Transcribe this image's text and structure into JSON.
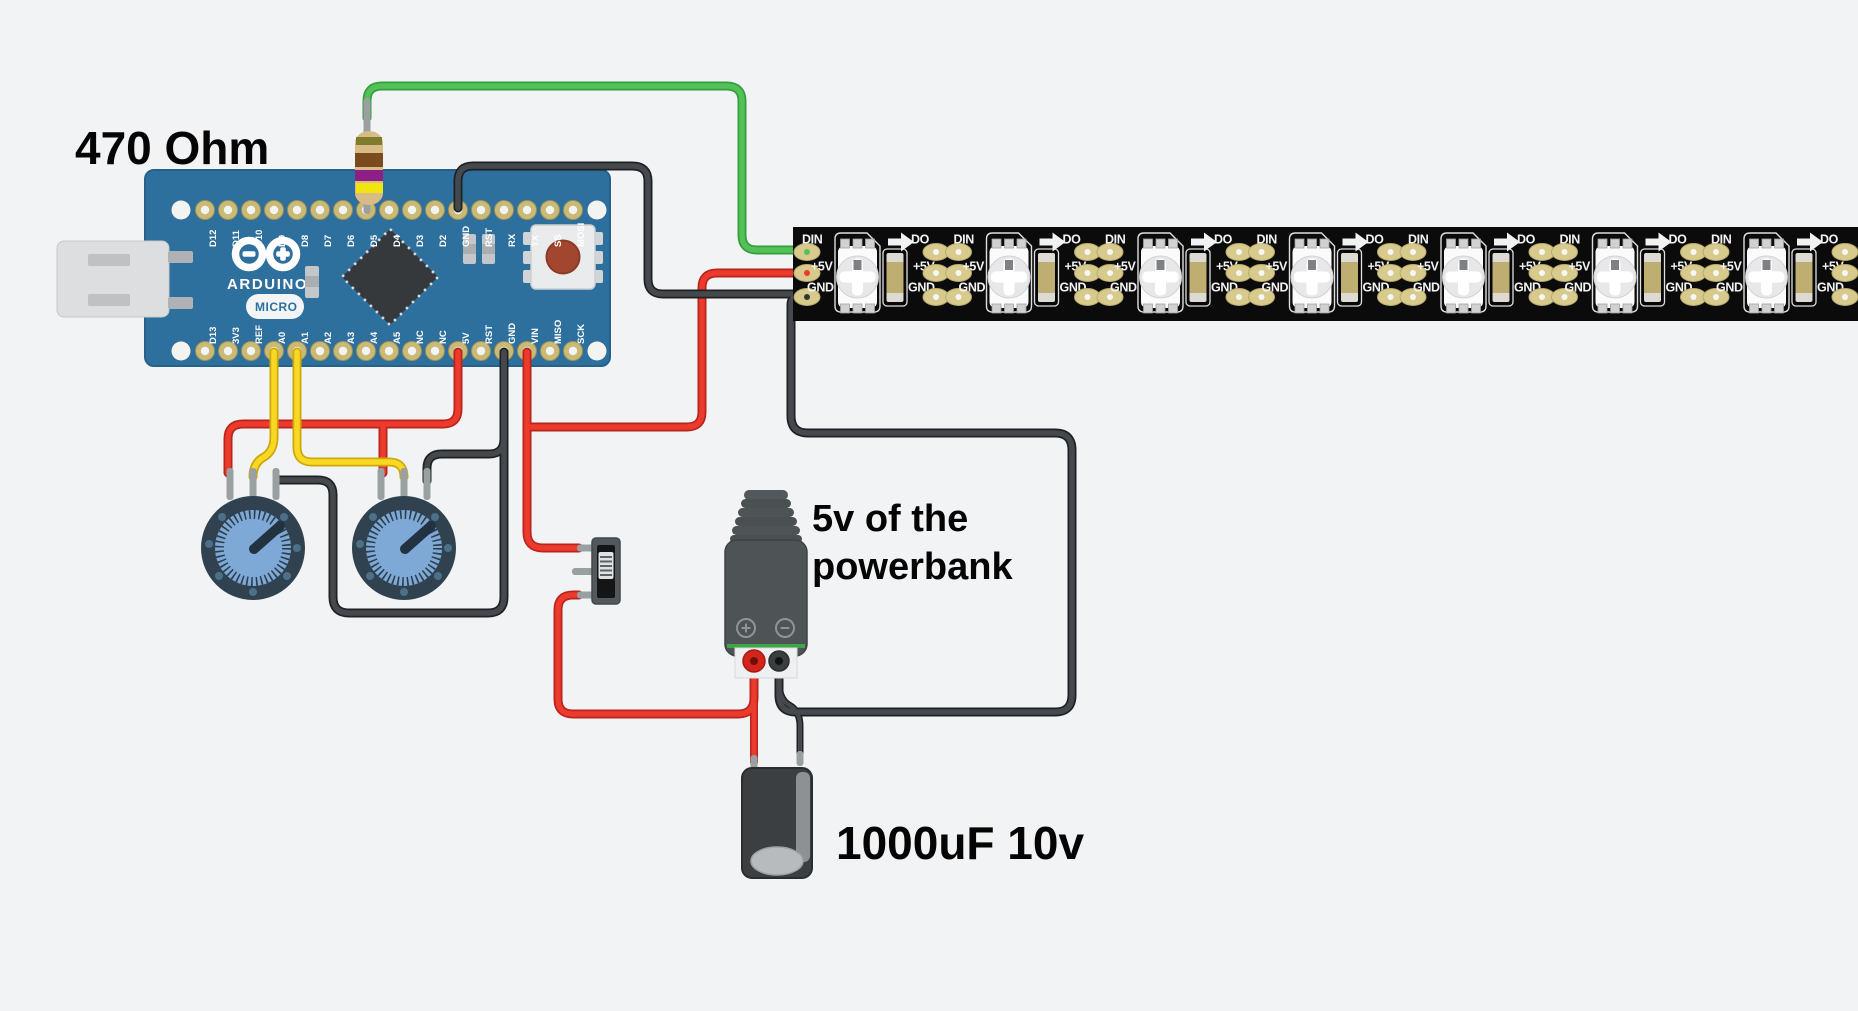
{
  "annotations": {
    "resistor": "470 Ohm",
    "powerbank_line1": "5v of the",
    "powerbank_line2": "powerbank",
    "capacitor": "1000uF 10v"
  },
  "arduino": {
    "brand": "ARDUINO",
    "model": "MICRO",
    "pins_top": [
      "D12",
      "D11",
      "D10",
      "D9",
      "D8",
      "D7",
      "D6",
      "D5",
      "D4",
      "D3",
      "D2",
      "GND",
      "RST",
      "RX",
      "TX",
      "SS",
      "MOSI"
    ],
    "pins_bottom": [
      "D13",
      "3V3",
      "REF",
      "A0",
      "A1",
      "A2",
      "A3",
      "A4",
      "A5",
      "NC",
      "NC",
      "5V",
      "RST",
      "GND",
      "VIN",
      "MISO",
      "SCK"
    ]
  },
  "led_strip": {
    "segment_count": 7,
    "labels": {
      "din": "DIN",
      "dout": "DO",
      "v5": "+5V",
      "gnd": "GND"
    }
  },
  "colors": {
    "background": "#f1f3f5",
    "wire_red": "#ec3a2c",
    "wire_green": "#52c158",
    "wire_yellow": "#f8d823",
    "wire_black": "#45494d",
    "board_blue": "#2d6f9d",
    "pad_tan": "#d8ca8c",
    "pot_knob_blue": "#7ea8d6",
    "strip_black": "#0b0b0b"
  }
}
